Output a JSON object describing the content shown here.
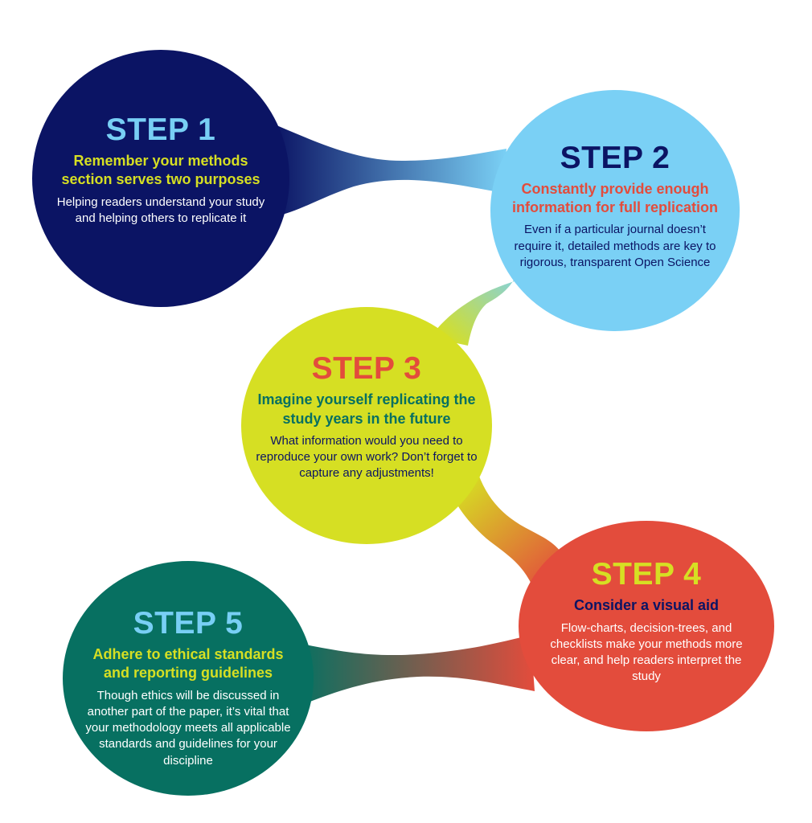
{
  "colors": {
    "step1": "#0b1464",
    "step2": "#7ad0f5",
    "step3": "#d6df23",
    "step4": "#e34c3c",
    "step5": "#077061"
  },
  "steps": [
    {
      "title": "STEP 1",
      "heading": "Remember your methods section serves two purposes",
      "body": "Helping readers understand your study and helping others to replicate it",
      "title_color": "#78cff5",
      "heading_color": "#d6df23",
      "body_color": "#ffffff"
    },
    {
      "title": "STEP 2",
      "heading": "Constantly provide enough information for full replication",
      "body": "Even if a particular journal doesn’t require it, detailed methods are key to rigorous, transparent Open Science",
      "title_color": "#0b1464",
      "heading_color": "#e34c3c",
      "body_color": "#0b1464"
    },
    {
      "title": "STEP 3",
      "heading": "Imagine yourself replicating the study years in the future",
      "body": "What information would you need to reproduce your own work? Don’t forget to capture any adjustments!",
      "title_color": "#e34c3c",
      "heading_color": "#077061",
      "body_color": "#0b1464"
    },
    {
      "title": "STEP 4",
      "heading": "Consider a visual aid",
      "body": "Flow-charts, decision-trees, and checklists make your methods more clear, and help readers interpret the study",
      "title_color": "#d6df23",
      "heading_color": "#0b1464",
      "body_color": "#ffffff"
    },
    {
      "title": "STEP 5",
      "heading": "Adhere to ethical standards and reporting guidelines",
      "body": "Though ethics will be discussed in another part of the paper, it’s vital that your methodology meets all applicable standards and guidelines for your discipline",
      "title_color": "#78cff5",
      "heading_color": "#d6df23",
      "body_color": "#ffffff"
    }
  ]
}
